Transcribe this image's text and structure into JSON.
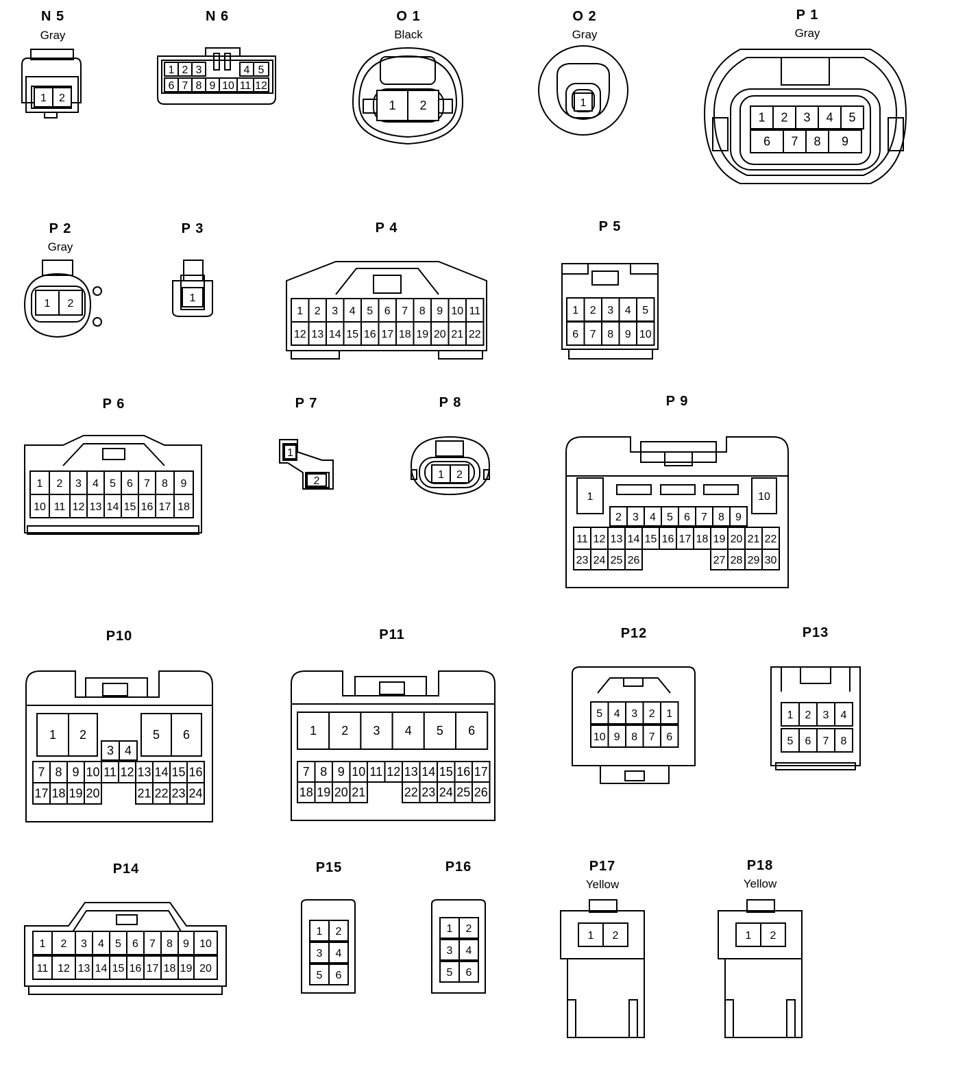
{
  "connectors": [
    {
      "id": "N5",
      "name": "N 5",
      "color": "Gray",
      "pins": [
        "1",
        "2"
      ]
    },
    {
      "id": "N6",
      "name": "N 6",
      "color": "",
      "pins": [
        "1",
        "2",
        "3",
        "4",
        "5",
        "6",
        "7",
        "8",
        "9",
        "10",
        "11",
        "12"
      ]
    },
    {
      "id": "O1",
      "name": "O 1",
      "color": "Black",
      "pins": [
        "1",
        "2"
      ]
    },
    {
      "id": "O2",
      "name": "O 2",
      "color": "Gray",
      "pins": [
        "1"
      ]
    },
    {
      "id": "P1",
      "name": "P 1",
      "color": "Gray",
      "pins": [
        "1",
        "2",
        "3",
        "4",
        "5",
        "6",
        "7",
        "8",
        "9"
      ]
    },
    {
      "id": "P2",
      "name": "P 2",
      "color": "Gray",
      "pins": [
        "1",
        "2"
      ]
    },
    {
      "id": "P3",
      "name": "P 3",
      "color": "",
      "pins": [
        "1"
      ]
    },
    {
      "id": "P4",
      "name": "P 4",
      "color": "",
      "pins": [
        "1",
        "2",
        "3",
        "4",
        "5",
        "6",
        "7",
        "8",
        "9",
        "10",
        "11",
        "12",
        "13",
        "14",
        "15",
        "16",
        "17",
        "18",
        "19",
        "20",
        "21",
        "22"
      ]
    },
    {
      "id": "P5",
      "name": "P 5",
      "color": "",
      "pins": [
        "1",
        "2",
        "3",
        "4",
        "5",
        "6",
        "7",
        "8",
        "9",
        "10"
      ]
    },
    {
      "id": "P6",
      "name": "P 6",
      "color": "",
      "pins": [
        "1",
        "2",
        "3",
        "4",
        "5",
        "6",
        "7",
        "8",
        "9",
        "10",
        "11",
        "12",
        "13",
        "14",
        "15",
        "16",
        "17",
        "18"
      ]
    },
    {
      "id": "P7",
      "name": "P 7",
      "color": "",
      "pins": [
        "1",
        "2"
      ]
    },
    {
      "id": "P8",
      "name": "P 8",
      "color": "",
      "pins": [
        "1",
        "2"
      ]
    },
    {
      "id": "P9",
      "name": "P 9",
      "color": "",
      "pins": [
        "1",
        "2",
        "3",
        "4",
        "5",
        "6",
        "7",
        "8",
        "9",
        "10",
        "11",
        "12",
        "13",
        "14",
        "15",
        "16",
        "17",
        "18",
        "19",
        "20",
        "21",
        "22",
        "23",
        "24",
        "25",
        "26",
        "27",
        "28",
        "29",
        "30"
      ]
    },
    {
      "id": "P10",
      "name": "P10",
      "color": "",
      "pins": [
        "1",
        "2",
        "3",
        "4",
        "5",
        "6",
        "7",
        "8",
        "9",
        "10",
        "11",
        "12",
        "13",
        "14",
        "15",
        "16",
        "17",
        "18",
        "19",
        "20",
        "21",
        "22",
        "23",
        "24"
      ]
    },
    {
      "id": "P11",
      "name": "P11",
      "color": "",
      "pins": [
        "1",
        "2",
        "3",
        "4",
        "5",
        "6",
        "7",
        "8",
        "9",
        "10",
        "11",
        "12",
        "13",
        "14",
        "15",
        "16",
        "17",
        "18",
        "19",
        "20",
        "21",
        "22",
        "23",
        "24",
        "25",
        "26"
      ]
    },
    {
      "id": "P12",
      "name": "P12",
      "color": "",
      "pins": [
        "5",
        "4",
        "3",
        "2",
        "1",
        "10",
        "9",
        "8",
        "7",
        "6"
      ]
    },
    {
      "id": "P13",
      "name": "P13",
      "color": "",
      "pins": [
        "1",
        "2",
        "3",
        "4",
        "5",
        "6",
        "7",
        "8"
      ]
    },
    {
      "id": "P14",
      "name": "P14",
      "color": "",
      "pins": [
        "1",
        "2",
        "3",
        "4",
        "5",
        "6",
        "7",
        "8",
        "9",
        "10",
        "11",
        "12",
        "13",
        "14",
        "15",
        "16",
        "17",
        "18",
        "19",
        "20"
      ]
    },
    {
      "id": "P15",
      "name": "P15",
      "color": "",
      "pins": [
        "1",
        "2",
        "3",
        "4",
        "5",
        "6"
      ]
    },
    {
      "id": "P16",
      "name": "P16",
      "color": "",
      "pins": [
        "1",
        "2",
        "3",
        "4",
        "5",
        "6"
      ]
    },
    {
      "id": "P17",
      "name": "P17",
      "color": "Yellow",
      "pins": [
        "1",
        "2"
      ]
    },
    {
      "id": "P18",
      "name": "P18",
      "color": "Yellow",
      "pins": [
        "1",
        "2"
      ]
    }
  ]
}
